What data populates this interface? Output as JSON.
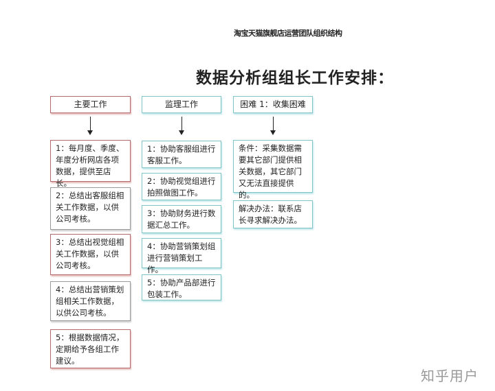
{
  "top_title": "淘宝天猫旗舰店运营团队组织结构",
  "main_title": "数据分析组组长工作安排：",
  "columns": [
    {
      "header": "主要工作",
      "items": [
        "1：每月度、季度、年度分析网店各项数据，提供至店长。",
        "2：总结出客服组相关工作数据，以供公司考核。",
        "3：总结出视觉组相关工作数据，以供公司考核。",
        "4：总结出营销策划组相关工作数据，以供公司考核。",
        "5：根据数据情况，定期给予各组工作建议。"
      ]
    },
    {
      "header": "监理工作",
      "items": [
        "1：协助客服组进行客服工作。",
        "2：协助视觉组进行拍照做图工作。",
        "3：协助财务进行数据汇总工作。",
        "4：协助营销策划组进行营销策划工作。",
        "5：协助产品部进行包装工作。"
      ]
    },
    {
      "header": "困难 1：收集困难",
      "items": [
        "条件：采集数据需要其它部门提供相关数据，其它部门又无法直接提供的。",
        "解决办法：联系店长寻求解决办法。"
      ]
    }
  ],
  "watermark": "知乎用户",
  "colors": {
    "main_border": "#b46a6a",
    "supervision_border": "#7fc4c8",
    "difficulty_border": "#7fc4c8"
  }
}
